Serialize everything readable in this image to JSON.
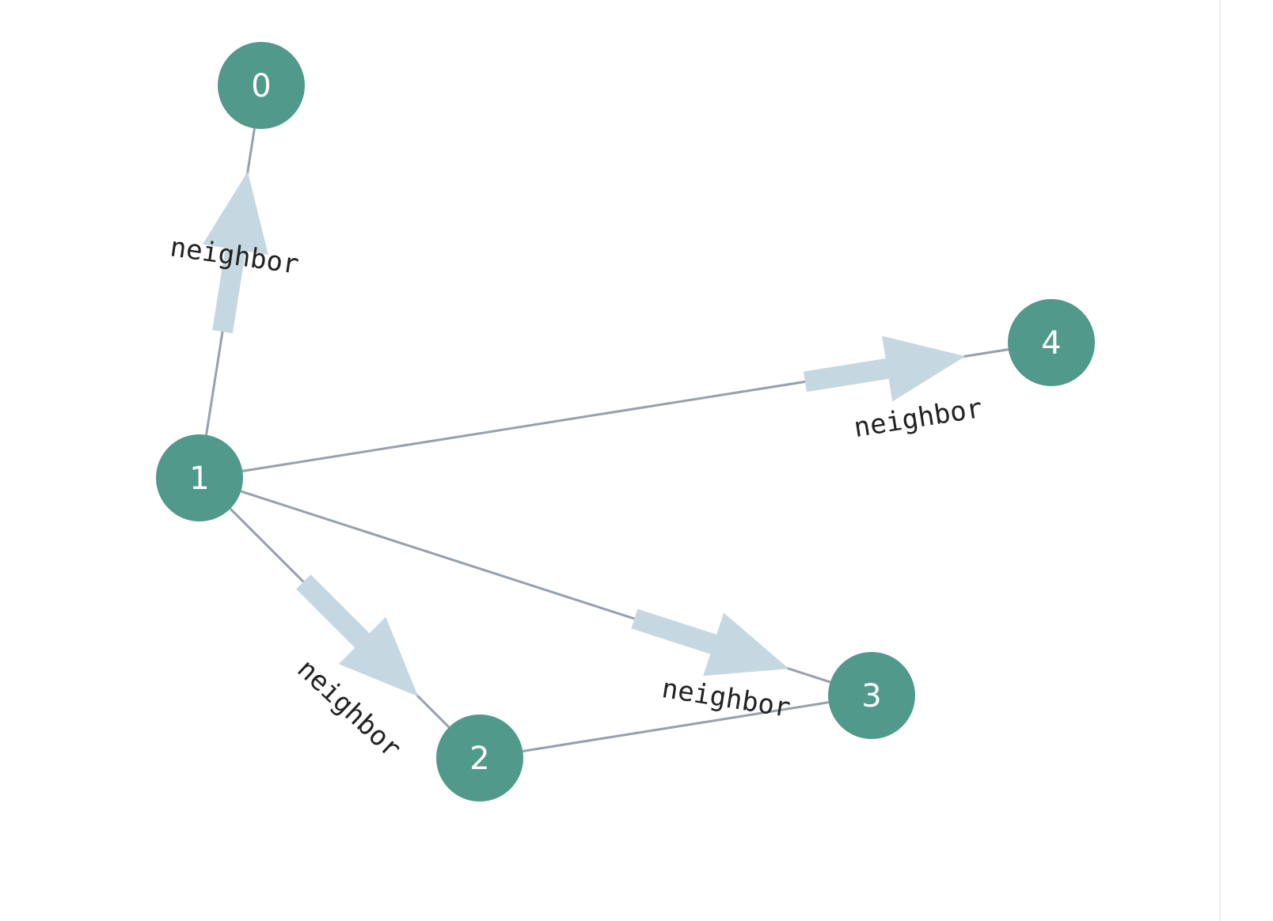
{
  "graph": {
    "colors": {
      "node_fill": "#50998b",
      "node_text": "#ffffff",
      "edge_line": "#97a0ac",
      "arrow_fill": "#c5d8e1",
      "edge_label_text": "#222222"
    },
    "nodes": [
      {
        "id": "0",
        "label": "0"
      },
      {
        "id": "1",
        "label": "1"
      },
      {
        "id": "2",
        "label": "2"
      },
      {
        "id": "3",
        "label": "3"
      },
      {
        "id": "4",
        "label": "4"
      }
    ],
    "edges": [
      {
        "source": "1",
        "target": "0",
        "label": "neighbor",
        "directed": true
      },
      {
        "source": "1",
        "target": "4",
        "label": "neighbor",
        "directed": true
      },
      {
        "source": "1",
        "target": "2",
        "label": "neighbor",
        "directed": true
      },
      {
        "source": "1",
        "target": "3",
        "label": "neighbor",
        "directed": true
      },
      {
        "source": "2",
        "target": "3",
        "label": "",
        "directed": false
      }
    ]
  }
}
